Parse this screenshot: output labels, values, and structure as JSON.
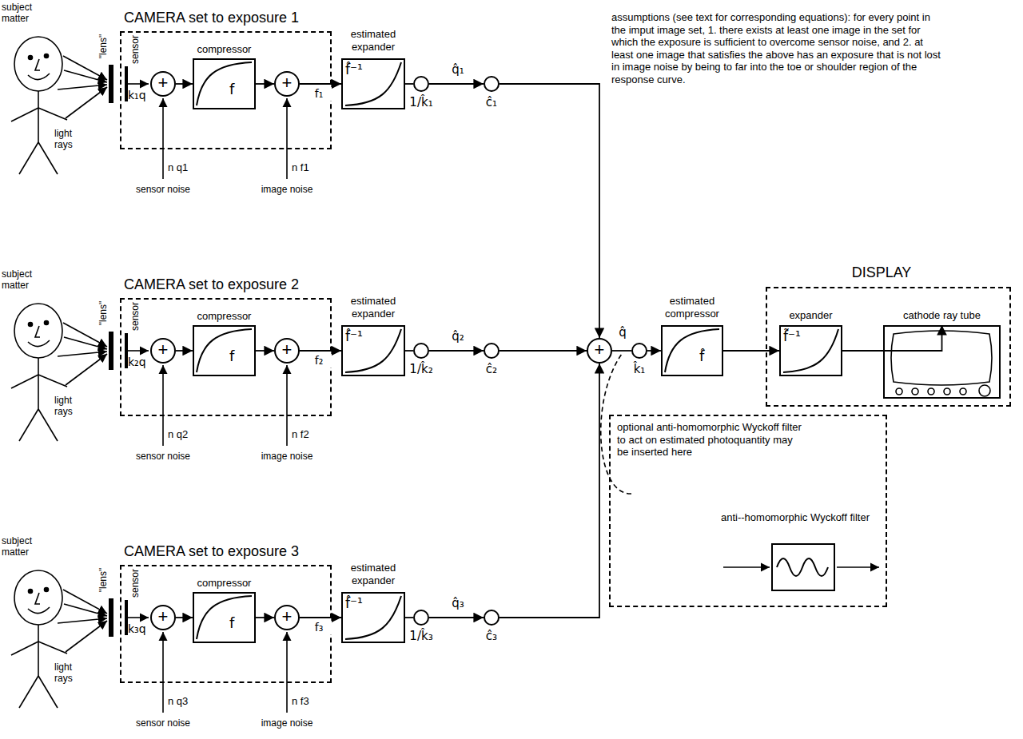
{
  "diagram": {
    "nodes": [
      {
        "text": [
          "CAMERA set to exposure 1"
        ]
      },
      {
        "text": [
          "+"
        ],
        "in": 0
      },
      {
        "text": [
          "compressor",
          "f"
        ],
        "in": 0
      },
      {
        "text": [
          "+"
        ],
        "in": 0
      },
      {
        "text": [
          "estimated expander",
          "f̂⁻¹"
        ]
      },
      {
        "text": [
          "1/k̂₁"
        ]
      },
      {
        "text": [
          "ĉ₁"
        ]
      },
      {
        "text": [
          "CAMERA set to exposure 2"
        ]
      },
      {
        "text": [
          "+"
        ],
        "in": 7
      },
      {
        "text": [
          "compressor",
          "f"
        ],
        "in": 7
      },
      {
        "text": [
          "+"
        ],
        "in": 7
      },
      {
        "text": [
          "estimated expander",
          "f̂⁻¹"
        ]
      },
      {
        "text": [
          "1/k̂₂"
        ]
      },
      {
        "text": [
          "ĉ₂"
        ]
      },
      {
        "text": [
          "CAMERA set to exposure 3"
        ]
      },
      {
        "text": [
          "+"
        ],
        "in": 14
      },
      {
        "text": [
          "compressor",
          "f"
        ],
        "in": 14
      },
      {
        "text": [
          "+"
        ],
        "in": 14
      },
      {
        "text": [
          "estimated expander",
          "f̂⁻¹"
        ]
      },
      {
        "text": [
          "1/k̂₃"
        ]
      },
      {
        "text": [
          "ĉ₃"
        ]
      },
      {
        "text": [
          "+"
        ]
      },
      {
        "text": [
          "k̂₁"
        ]
      },
      {
        "text": [
          "estimated compressor",
          "f̂"
        ]
      },
      {
        "text": [
          "DISPLAY"
        ]
      },
      {
        "text": [
          "expander",
          "f̃⁻¹"
        ],
        "in": 24
      },
      {
        "text": [
          "cathode ray tube"
        ],
        "in": 24
      },
      {
        "text": [
          "optional anti-homomorphic Wyckoff filter to act on estimated photoquantity may be inserted here"
        ]
      },
      {
        "text": [
          "anti--homomorphic Wyckoff filter"
        ],
        "in": 27
      }
    ],
    "edges": [
      {
        "from": 1,
        "to": 2,
        "arrow": "to"
      },
      {
        "from": 2,
        "to": 3,
        "arrow": "to"
      },
      {
        "from": 3,
        "to": 4,
        "arrow": "to",
        "label": "f₁"
      },
      {
        "from": 4,
        "to": 5,
        "arrow": "none"
      },
      {
        "from": 5,
        "to": 6,
        "arrow": "to",
        "label": "q̂₁"
      },
      {
        "from": 6,
        "to": 21,
        "arrow": "to"
      },
      {
        "from": 8,
        "to": 9,
        "arrow": "to"
      },
      {
        "from": 9,
        "to": 10,
        "arrow": "to"
      },
      {
        "from": 10,
        "to": 11,
        "arrow": "to",
        "label": "f₂"
      },
      {
        "from": 11,
        "to": 12,
        "arrow": "none"
      },
      {
        "from": 12,
        "to": 13,
        "arrow": "to",
        "label": "q̂₂"
      },
      {
        "from": 13,
        "to": 21,
        "arrow": "to"
      },
      {
        "from": 15,
        "to": 16,
        "arrow": "to"
      },
      {
        "from": 16,
        "to": 17,
        "arrow": "to"
      },
      {
        "from": 17,
        "to": 18,
        "arrow": "to",
        "label": "f₃"
      },
      {
        "from": 18,
        "to": 19,
        "arrow": "none"
      },
      {
        "from": 19,
        "to": 20,
        "arrow": "to",
        "label": "q̂₃"
      },
      {
        "from": 20,
        "to": 21,
        "arrow": "to"
      },
      {
        "from": 21,
        "to": 22,
        "arrow": "none",
        "label": "q̂"
      },
      {
        "from": 22,
        "to": 23,
        "arrow": "to"
      },
      {
        "from": 23,
        "to": 25,
        "arrow": "to"
      },
      {
        "from": 25,
        "to": 26,
        "arrow": "to"
      }
    ],
    "labels": [
      "subject matter",
      "light rays",
      "\"lens\"",
      "sensor",
      "k₁q",
      "n q1",
      "sensor noise",
      "n f1",
      "image noise",
      "subject matter",
      "light rays",
      "\"lens\"",
      "sensor",
      "k₂q",
      "n q2",
      "sensor noise",
      "n f2",
      "image noise",
      "subject matter",
      "light rays",
      "\"lens\"",
      "sensor",
      "k₃q",
      "n q3",
      "sensor noise",
      "n f3",
      "image noise",
      "assumptions (see text for corresponding equations): for every point in the imput image set, 1. there exists at least one image in the set for which the exposure is sufficient to overcome sensor noise, and 2. at least one image that satisfies the above has an exposure that is not lost in image noise by being to far into the toe or shoulder region of the response curve."
    ]
  }
}
